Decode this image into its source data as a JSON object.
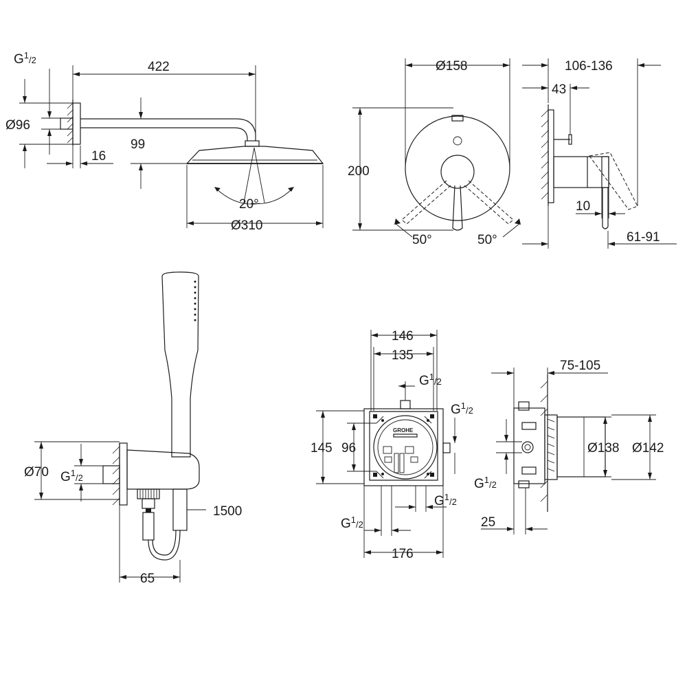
{
  "head_shower": {
    "thread": {
      "main": "G",
      "sup": "1",
      "sub": "/2"
    },
    "arm_length": "422",
    "flange_diameter": "Ø96",
    "wall_offset": "16",
    "drop": "99",
    "tilt_angle": "20°",
    "head_diameter": "Ø310"
  },
  "mixer_front": {
    "plate_diameter": "Ø158",
    "plate_height": "200",
    "angle_left": "50°",
    "angle_right": "50°"
  },
  "mixer_side": {
    "projection": "106-136",
    "depth": "43",
    "lever_offset": "10",
    "lever_range": "61-91"
  },
  "hand_shower": {
    "outlet_diameter": "Ø70",
    "thread": {
      "main": "G",
      "sup": "1",
      "sub": "/2"
    },
    "hose_length": "1500",
    "projection": "65"
  },
  "rough_in_front": {
    "logo": "GROHE",
    "width_outer": "146",
    "width_inner": "135",
    "height_outer": "145",
    "height_inner": "96",
    "base_width": "176",
    "thread_top": {
      "main": "G",
      "sup": "1",
      "sub": "/2"
    },
    "thread_right": {
      "main": "G",
      "sup": "1",
      "sub": "/2"
    },
    "thread_bottom_right": {
      "main": "G",
      "sup": "1",
      "sub": "/2"
    },
    "thread_bottom_left": {
      "main": "G",
      "sup": "1",
      "sub": "/2"
    }
  },
  "rough_in_side": {
    "install_depth": "75-105",
    "diameter_inner": "Ø138",
    "diameter_outer": "Ø142",
    "thread": {
      "main": "G",
      "sup": "1",
      "sub": "/2"
    },
    "wall_offset": "25"
  }
}
